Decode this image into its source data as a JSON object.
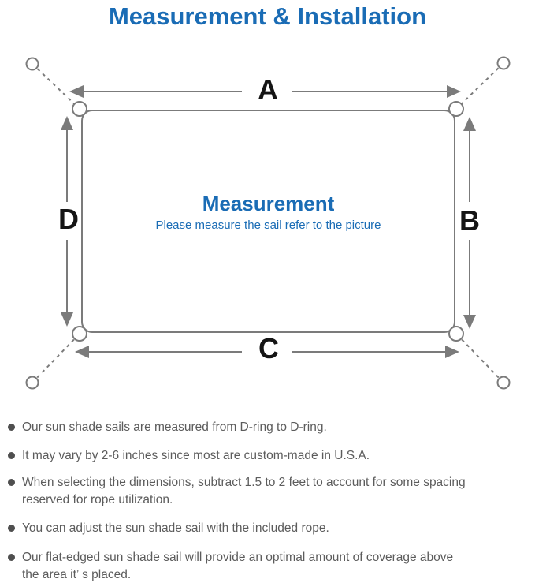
{
  "title": "Measurement & Installation",
  "diagram": {
    "labels": {
      "top": "A",
      "right": "B",
      "bottom": "C",
      "left": "D"
    },
    "center": {
      "heading": "Measurement",
      "caption": "Please measure the sail refer to the picture"
    }
  },
  "notes": {
    "items": [
      {
        "text": "Our sun shade sails are measured from D-ring to D-ring."
      },
      {
        "text": "It may vary by 2-6 inches since most are custom-made in U.S.A."
      },
      {
        "text": "When selecting the dimensions, subtract 1.5 to 2 feet to account for some spacing\nreserved for rope utilization."
      },
      {
        "text": "You can adjust the sun shade sail with the included rope."
      },
      {
        "text": "Our flat-edged sun shade sail will provide an optimal amount of coverage above\nthe area it’ s placed."
      }
    ]
  },
  "colors": {
    "accent_blue": "#1a6cb5",
    "diagram_line_gray": "#7b7b7b",
    "dimension_label_black": "#151515",
    "note_text_gray": "#5c5c5c"
  }
}
